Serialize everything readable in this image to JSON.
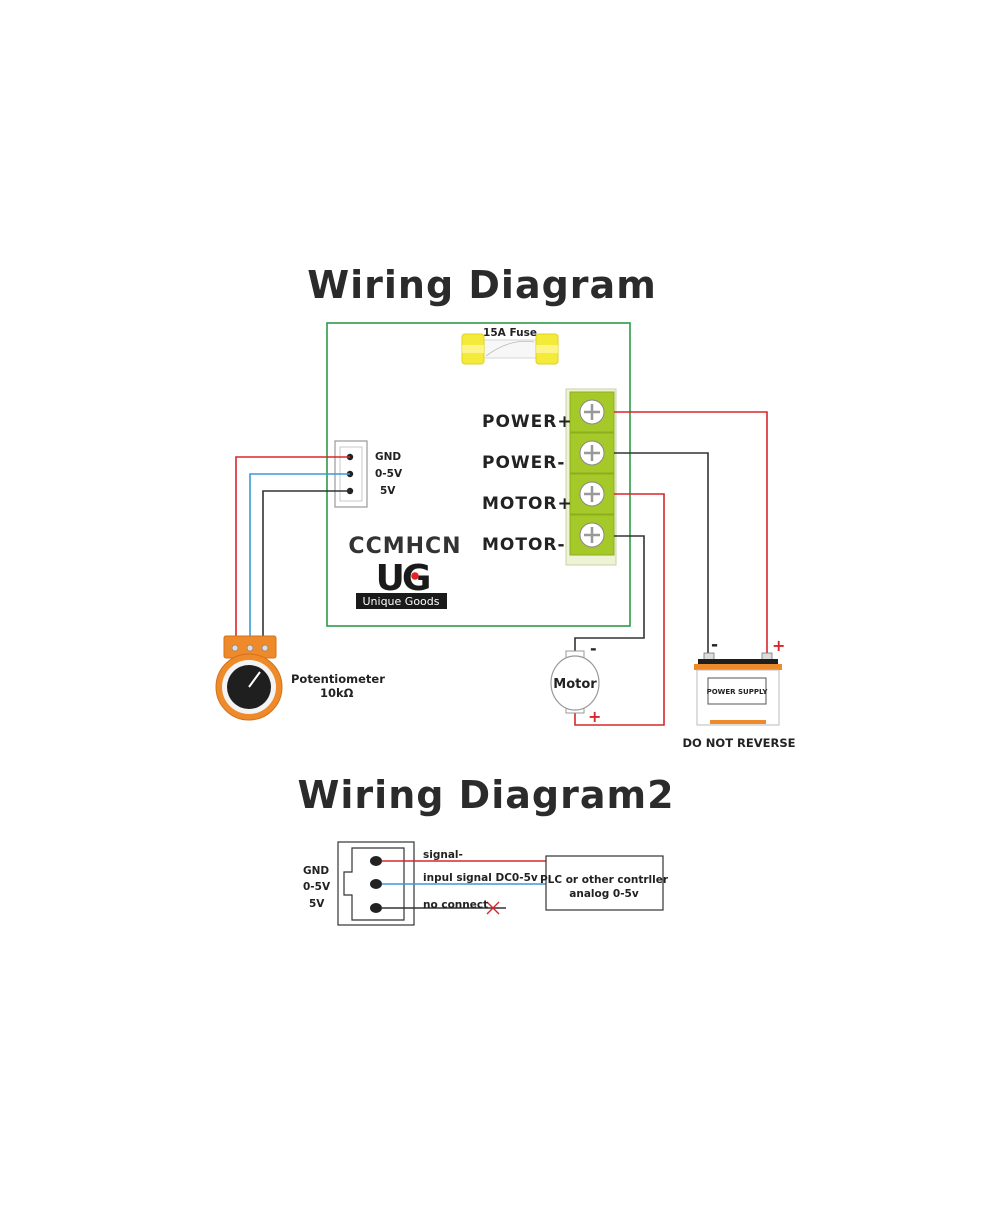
{
  "diagram1": {
    "title": "Wiring Diagram",
    "fuse_label": "15A Fuse",
    "terminals": [
      "POWER+",
      "POWER-",
      "MOTOR+",
      "MOTOR-"
    ],
    "connector_pins": [
      "GND",
      "0-5V",
      "5V"
    ],
    "brand": "CCMHCN",
    "logo_text": "UG",
    "logo_tagline": "Unique Goods",
    "potentiometer_label": "Potentiometer",
    "potentiometer_value": "10kΩ",
    "motor_label": "Motor",
    "motor_minus": "-",
    "motor_plus": "+",
    "battery_label": "POWER SUPPLY",
    "battery_minus": "-",
    "battery_plus": "+",
    "warning": "DO NOT REVERSE"
  },
  "diagram2": {
    "title": "Wiring Diagram2",
    "pins": [
      "GND",
      "0-5V",
      "5V"
    ],
    "wires": [
      "signal-",
      "inpul signal DC0-5v",
      "no connect"
    ],
    "controller_line1": "PLC or other contrller",
    "controller_line2": "analog 0-5v"
  },
  "colors": {
    "board_border": "#2e9a48",
    "terminal_green": "#a5c928",
    "fuse_yellow": "#f3ea3a",
    "wire_red": "#d8262c",
    "wire_blue": "#3a9ad9",
    "wire_black": "#333333",
    "pot_orange": "#ef8a2a",
    "battery_orange": "#ef8a2a"
  }
}
